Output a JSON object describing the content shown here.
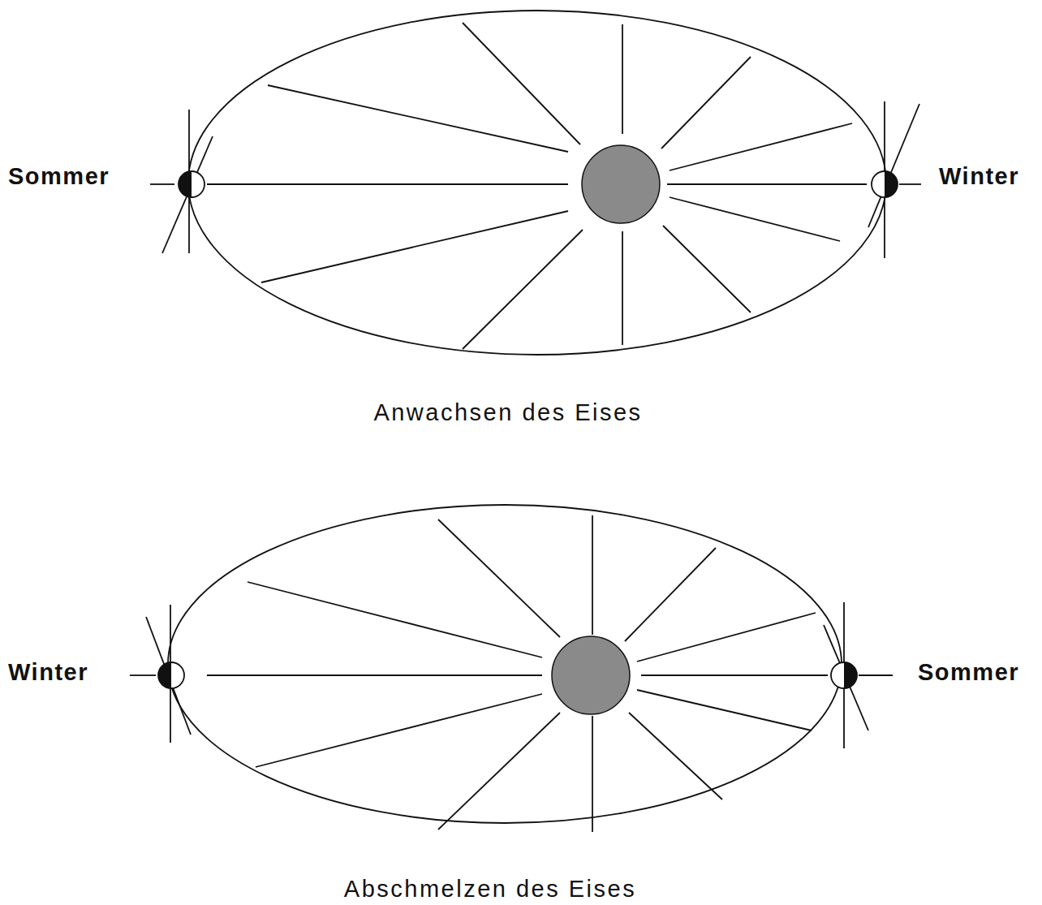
{
  "diagram": {
    "labels": [
      "Sommer",
      "Winter",
      "Anwachsen des Eises",
      "Winter",
      "Sommer",
      "Abschmelzen des Eises"
    ]
  }
}
